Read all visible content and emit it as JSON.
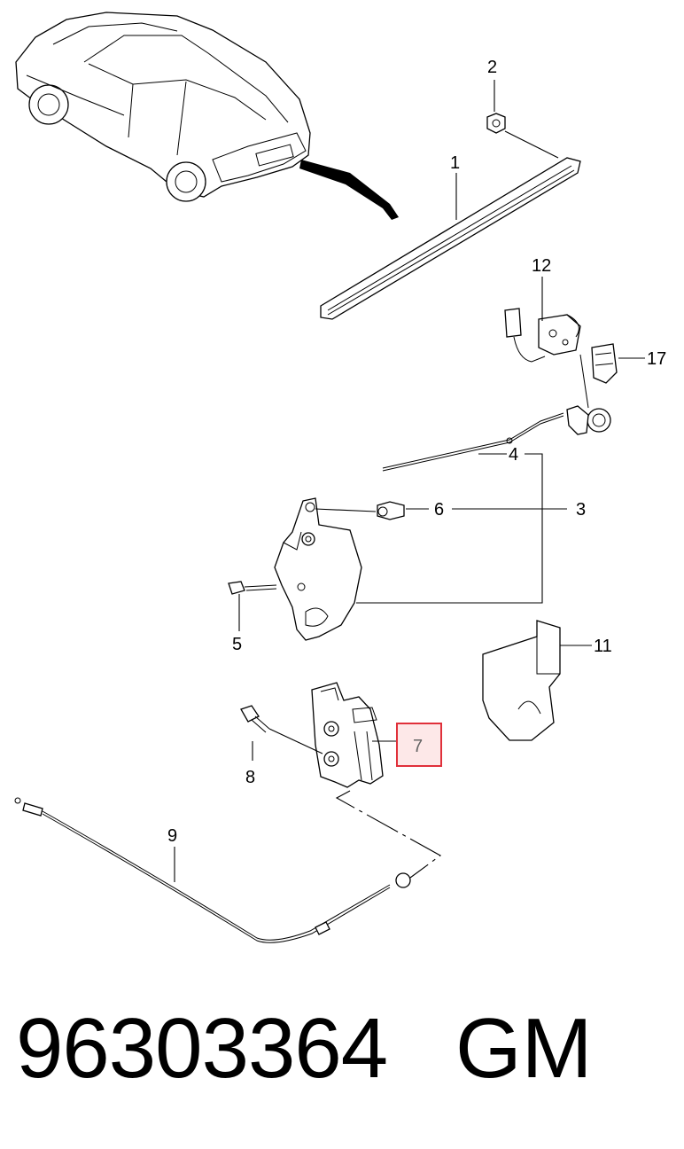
{
  "callouts": {
    "c1": "1",
    "c2": "2",
    "c3": "3",
    "c4": "4",
    "c5": "5",
    "c6": "6",
    "c7": "7",
    "c8": "8",
    "c9": "9",
    "c11": "11",
    "c12": "12",
    "c17": "17"
  },
  "footer": {
    "part_number": "96303364",
    "brand": "GM"
  },
  "colors": {
    "highlight_border": "#e0303a",
    "highlight_fill": "#fde8e8"
  }
}
